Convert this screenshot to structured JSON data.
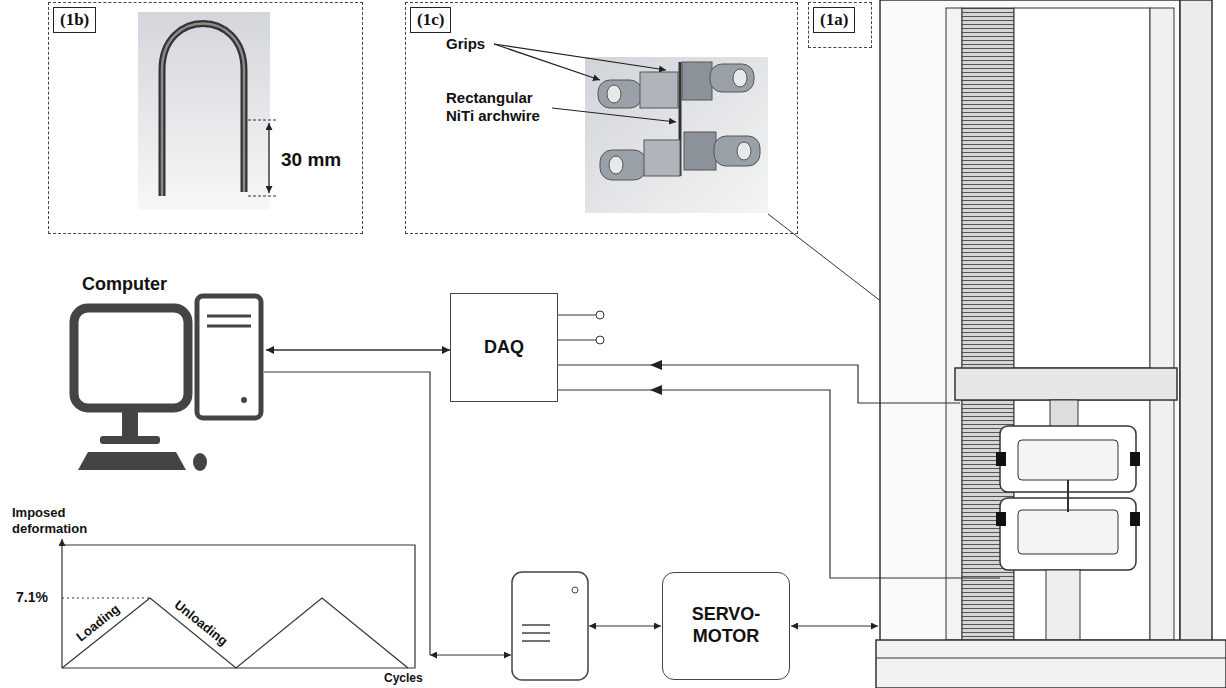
{
  "diagram": {
    "nodes": [
      {
        "text": [
          "(1b)",
          "30 mm"
        ]
      },
      {
        "text": [
          "(1c)",
          "Grips",
          "Rectangular NiTi archwire"
        ]
      },
      {
        "text": [
          "(1a)"
        ]
      },
      {
        "text": [
          "Computer"
        ]
      },
      {
        "text": [
          "DAQ"
        ]
      },
      {
        "text": [
          "SERVO-MOTOR"
        ]
      }
    ],
    "edges": [
      {
        "from": 3,
        "to": 4,
        "arrow": "both"
      }
    ],
    "labels": [
      "Imposed deformation",
      "7.1%",
      "Loading",
      "Unloading",
      "Cycles"
    ]
  }
}
